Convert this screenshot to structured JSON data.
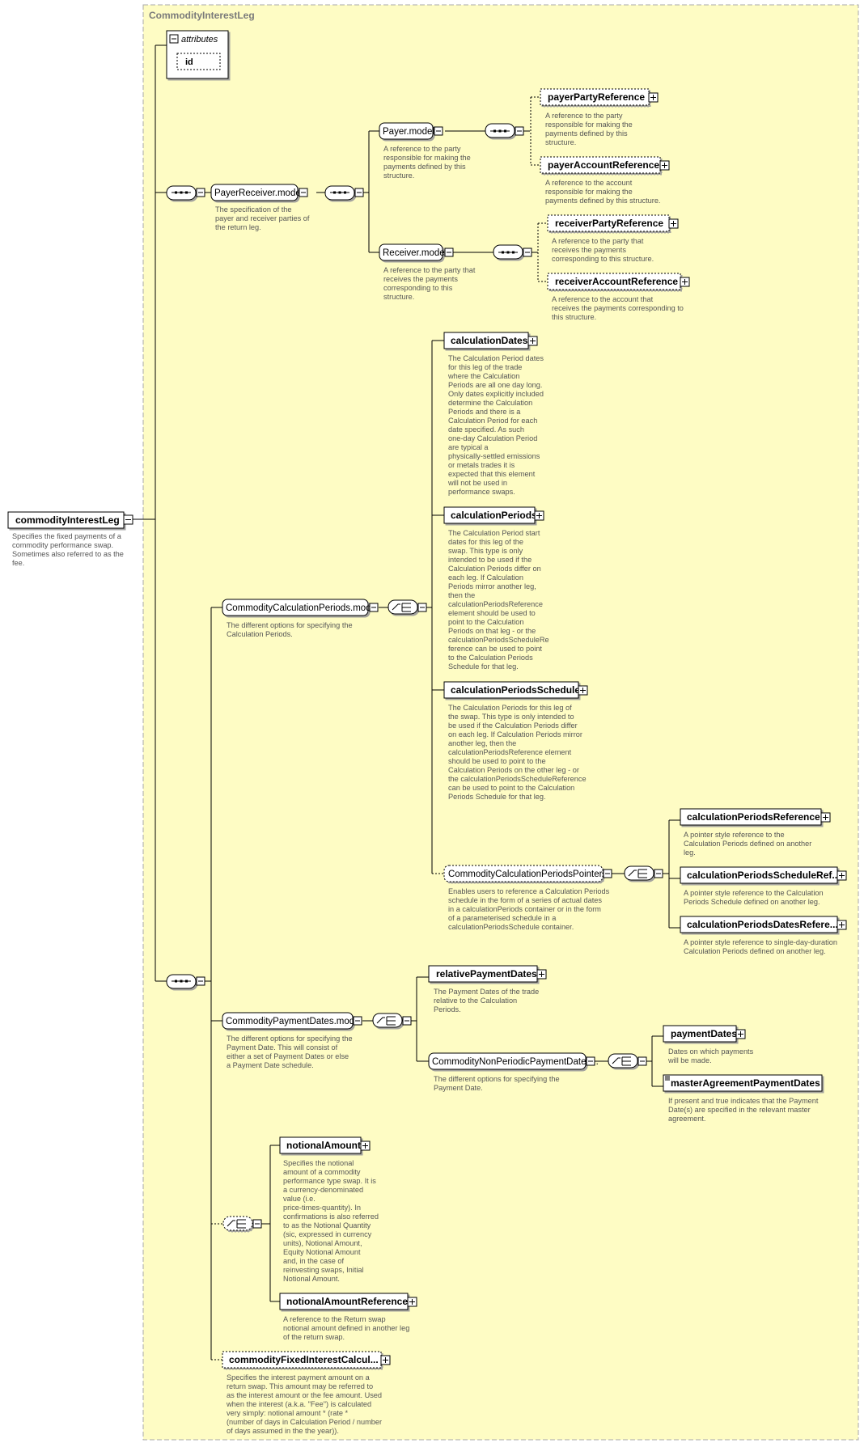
{
  "outer_title": "CommodityInterestLeg",
  "attributes": {
    "label": "attributes",
    "items": [
      "id"
    ]
  },
  "root": {
    "label": "commodityInterestLeg",
    "doc": [
      "Specifies the fixed payments of a",
      "commodity performance swap.",
      "Sometimes also referred to as the",
      "fee."
    ]
  },
  "payer_receiver": {
    "label": "PayerReceiver.model",
    "doc": [
      "The specification of the",
      "payer and receiver parties of",
      "the return leg."
    ]
  },
  "payer_model": {
    "label": "Payer.model",
    "doc": [
      "A reference to the party",
      "responsible for making the",
      "payments defined by this",
      "structure."
    ]
  },
  "payer_party_ref": {
    "label": "payerPartyReference",
    "doc": [
      "A reference to the party",
      "responsible for making the",
      "payments defined by this",
      "structure."
    ]
  },
  "payer_account_ref": {
    "label": "payerAccountReference",
    "doc": [
      "A reference to the account",
      "responsible for making the",
      "payments defined by this structure."
    ]
  },
  "receiver_model": {
    "label": "Receiver.model",
    "doc": [
      "A reference to the party that",
      "receives the payments",
      "corresponding to this",
      "structure."
    ]
  },
  "receiver_party_ref": {
    "label": "receiverPartyReference",
    "doc": [
      "A reference to the party that",
      "receives the payments",
      "corresponding to this structure."
    ]
  },
  "receiver_account_ref": {
    "label": "receiverAccountReference",
    "doc": [
      "A reference to the account that",
      "receives the payments corresponding to",
      "this structure."
    ]
  },
  "calc_periods_model": {
    "label": "CommodityCalculationPeriods.model",
    "doc": [
      "The different options for specifying the",
      "Calculation Periods."
    ]
  },
  "calculation_dates": {
    "label": "calculationDates",
    "doc": [
      "The Calculation Period dates",
      "for this leg of the trade",
      "where the Calculation",
      "Periods are all one day long.",
      "Only dates explicitly included",
      "determine the Calculation",
      "Periods and there is a",
      "Calculation Period for each",
      "date specified. As such",
      "one-day Calculation Period",
      "are typical a",
      "physically-settled emissions",
      "or metals trades it is",
      "expected that this element",
      "will not be used in",
      "performance swaps."
    ]
  },
  "calculation_periods": {
    "label": "calculationPeriods",
    "doc": [
      "The Calculation Period start",
      "dates for this leg of the",
      "swap. This type is only",
      "intended to be used if the",
      "Calculation Periods differ on",
      "each leg. If Calculation",
      "Periods mirror another leg,",
      "then the",
      "calculationPeriodsReference",
      "element should be used to",
      "point to the Calculation",
      "Periods on that leg - or the",
      "calculationPeriodsScheduleRe",
      "ference can be used to point",
      "to the Calculation Periods",
      "Schedule for that leg."
    ]
  },
  "calculation_periods_schedule": {
    "label": "calculationPeriodsSchedule",
    "doc": [
      "The Calculation Periods for this leg of",
      "the swap. This type is only intended to",
      "be used if the Calculation Periods differ",
      "on each leg. If Calculation Periods mirror",
      "another leg, then the",
      "calculationPeriodsReference element",
      "should be used to point to the",
      "Calculation Periods on the other leg - or",
      "the calculationPeriodsScheduleReference",
      "can be used to point to the Calculation",
      "Periods Schedule for that leg."
    ]
  },
  "calc_periods_pointer": {
    "label": "CommodityCalculationPeriodsPointer....",
    "doc": [
      "Enables users to reference a Calculation Periods",
      "schedule in the form of a series of actual dates",
      "in a calculationPeriods container or in the form",
      "of a parameterised schedule in a",
      "calculationPeriodsSchedule container."
    ]
  },
  "calc_periods_ref": {
    "label": "calculationPeriodsReference",
    "doc": [
      "A pointer style reference to the",
      "Calculation Periods defined on another",
      "leg."
    ]
  },
  "calc_periods_schedule_ref": {
    "label": "calculationPeriodsScheduleRef...",
    "doc": [
      "A pointer style reference to the Calculation",
      "Periods Schedule defined on another leg."
    ]
  },
  "calc_periods_dates_ref": {
    "label": "calculationPeriodsDatesRefere...",
    "doc": [
      "A pointer style reference to single-day-duration",
      "Calculation Periods defined on another leg."
    ]
  },
  "payment_dates_model": {
    "label": "CommodityPaymentDates.model",
    "doc": [
      "The different options for specifying the",
      "Payment Date. This will consist of",
      "either a set of Payment Dates or else",
      "a Payment Date schedule."
    ]
  },
  "relative_payment_dates": {
    "label": "relativePaymentDates",
    "doc": [
      "The Payment Dates of the trade",
      "relative to the Calculation",
      "Periods."
    ]
  },
  "non_periodic_payment": {
    "label": "CommodityNonPeriodicPaymentDates...",
    "doc": [
      "The different options for specifying the",
      "Payment Date."
    ]
  },
  "payment_dates": {
    "label": "paymentDates",
    "doc": [
      "Dates on which payments",
      "will be made."
    ]
  },
  "master_agreement_payment_dates": {
    "label": "masterAgreementPaymentDates",
    "doc": [
      "If present and true indicates that the Payment",
      "Date(s) are specified in the relevant master",
      "agreement."
    ]
  },
  "notional_amount": {
    "label": "notionalAmount",
    "doc": [
      "Specifies the notional",
      "amount of a commodity",
      "performance type swap. It is",
      "a currency-denominated",
      "value (i.e.",
      "price-times-quantity). In",
      "confirmations is also referred",
      "to as the Notional Quantity",
      "(sic, expressed in currency",
      "units), Notional Amount,",
      "Equity Notional Amount",
      "and, in the case of",
      "reinvesting swaps, Initial",
      "Notional Amount."
    ]
  },
  "notional_amount_ref": {
    "label": "notionalAmountReference",
    "doc": [
      "A reference to the Return swap",
      "notional amount defined in another leg",
      "of the return swap."
    ]
  },
  "fixed_interest_calc": {
    "label": "commodityFixedInterestCalcul...",
    "doc": [
      "Specifies the interest payment amount on a",
      "return swap. This amount may be referred to",
      "as the interest amount or the fee amount. Used",
      "when the interest (a.k.a. \"Fee\") is calculated",
      "very simply: notional amount * (rate *",
      "(number of days in Calculation Period / number",
      "of days assumed in the the year))."
    ]
  },
  "colors": {
    "panel": "#fefcc4",
    "panel_border": "#a8a8a8",
    "line": "#000000",
    "doc_text": "#555555"
  }
}
